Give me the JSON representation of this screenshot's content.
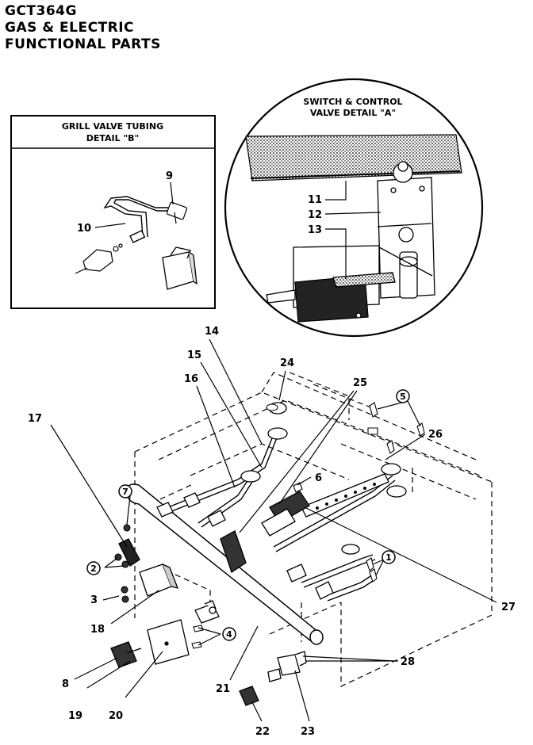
{
  "title": {
    "model": "GCT364G",
    "line2": "GAS & ELECTRIC",
    "line3": "FUNCTIONAL PARTS"
  },
  "detail_b": {
    "heading1": "GRILL VALVE TUBING",
    "heading2": "DETAIL \"B\"",
    "labels": [
      "9",
      "10"
    ]
  },
  "detail_a": {
    "heading1": "SWITCH & CONTROL",
    "heading2": "VALVE DETAIL \"A\"",
    "labels": [
      "11",
      "12",
      "13"
    ]
  },
  "main": {
    "labels": {
      "p14": "14",
      "p15": "15",
      "p16": "16",
      "p17": "17",
      "p24": "24",
      "p25": "25",
      "p26": "26",
      "p6": "6",
      "p27": "27",
      "p3": "3",
      "p18": "18",
      "p8": "8",
      "p19": "19",
      "p20": "20",
      "p21": "21",
      "p28": "28",
      "p22": "22",
      "p23": "23"
    },
    "circled": {
      "c5": "5",
      "c7": "7",
      "c2": "2",
      "c1": "1",
      "c4": "4"
    }
  }
}
